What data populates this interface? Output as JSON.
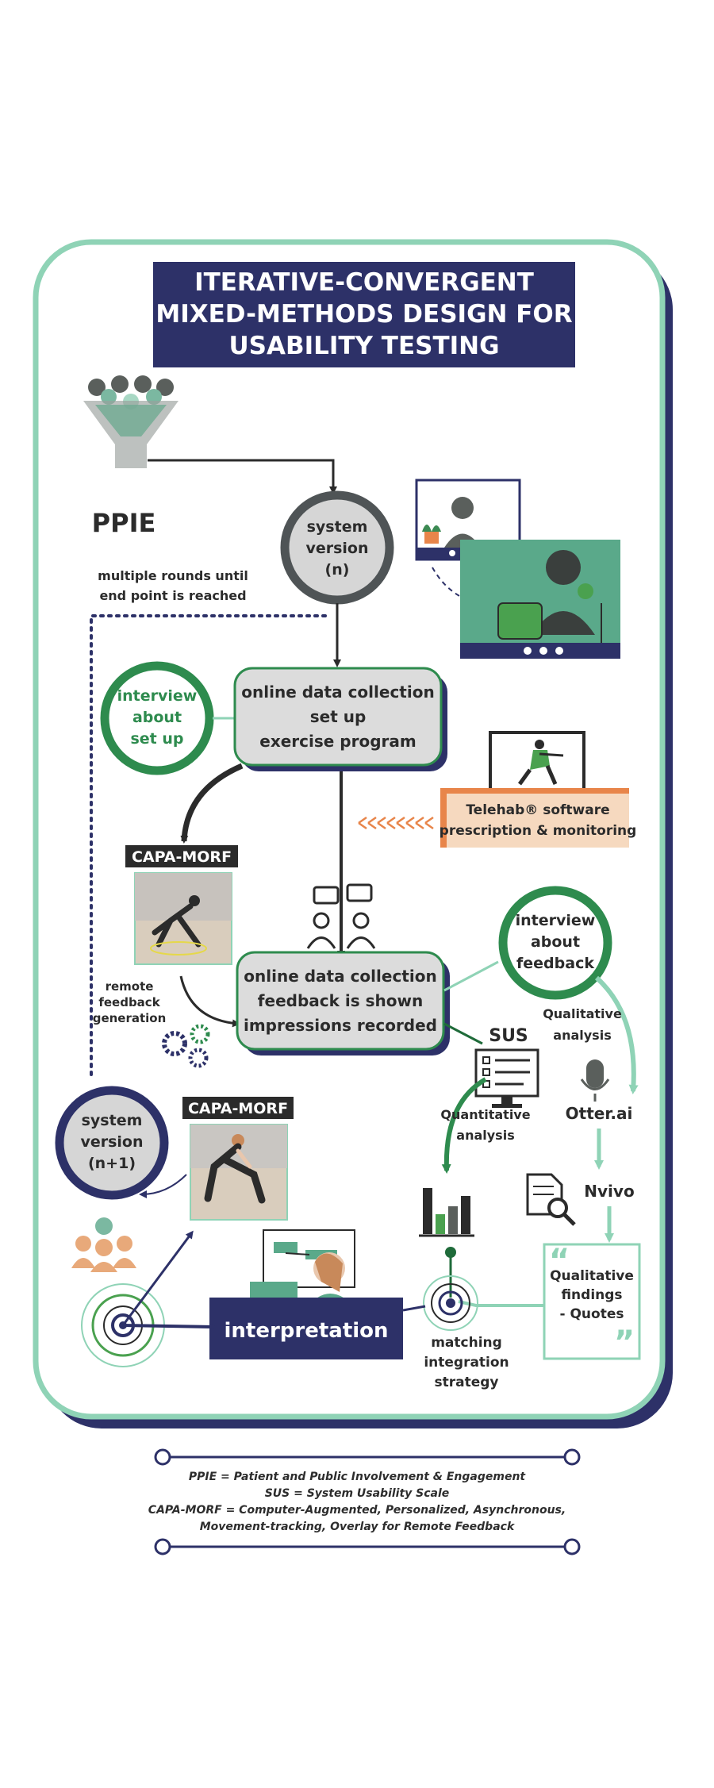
{
  "title": {
    "line1": "ITERATIVE-CONVERGENT",
    "line2": "MIXED-METHODS DESIGN FOR",
    "line3": "USABILITY TESTING"
  },
  "ppie": {
    "label": "PPIE"
  },
  "loop_note": {
    "line1": "multiple rounds until",
    "line2": "end point is reached"
  },
  "system_n": {
    "line1": "system",
    "line2": "version",
    "line3": "(n)"
  },
  "system_n1": {
    "line1": "system",
    "line2": "version",
    "line3": "(n+1)"
  },
  "interview_setup": {
    "line1": "interview",
    "line2": "about",
    "line3": "set up"
  },
  "collection_setup": {
    "line1": "online data collection",
    "line2": "set up",
    "line3": "exercise program"
  },
  "telehab": {
    "line1": "Telehab® software",
    "line2": "prescription & monitoring"
  },
  "capa_badge": "CAPA-MORF",
  "remote_feedback": {
    "line1": "remote",
    "line2": "feedback",
    "line3": "generation"
  },
  "collection_feedback": {
    "line1": "online data collection",
    "line2": "feedback is shown",
    "line3": "impressions recorded"
  },
  "interview_feedback": {
    "line1": "interview",
    "line2": "about",
    "line3": "feedback"
  },
  "qualitative_analysis": {
    "line1": "Qualitative",
    "line2": "analysis"
  },
  "sus": {
    "label": "SUS"
  },
  "quantitative_analysis": {
    "line1": "Quantitative",
    "line2": "analysis"
  },
  "otter": {
    "label": "Otter.ai"
  },
  "nvivo": {
    "label": "Nvivo"
  },
  "qual_findings": {
    "line1": "Qualitative",
    "line2": "findings",
    "line3": "- Quotes"
  },
  "interpretation": {
    "label": "interpretation"
  },
  "matching": {
    "line1": "matching",
    "line2": "integration",
    "line3": "strategy"
  },
  "legend": {
    "line1": "PPIE = Patient and Public Involvement & Engagement",
    "line2": "SUS = System Usability Scale",
    "line3": "CAPA-MORF = Computer-Augmented, Personalized, Asynchronous,",
    "line4": "Movement-tracking, Overlay for Remote Feedback"
  },
  "colors": {
    "navy": "#2d3168",
    "mint": "#8fd3b6",
    "green": "#2e8b4e",
    "dark_green": "#1f6b3a",
    "gray_box": "#dcdcdc",
    "orange": "#e8854a",
    "peach": "#f6d9bf"
  }
}
